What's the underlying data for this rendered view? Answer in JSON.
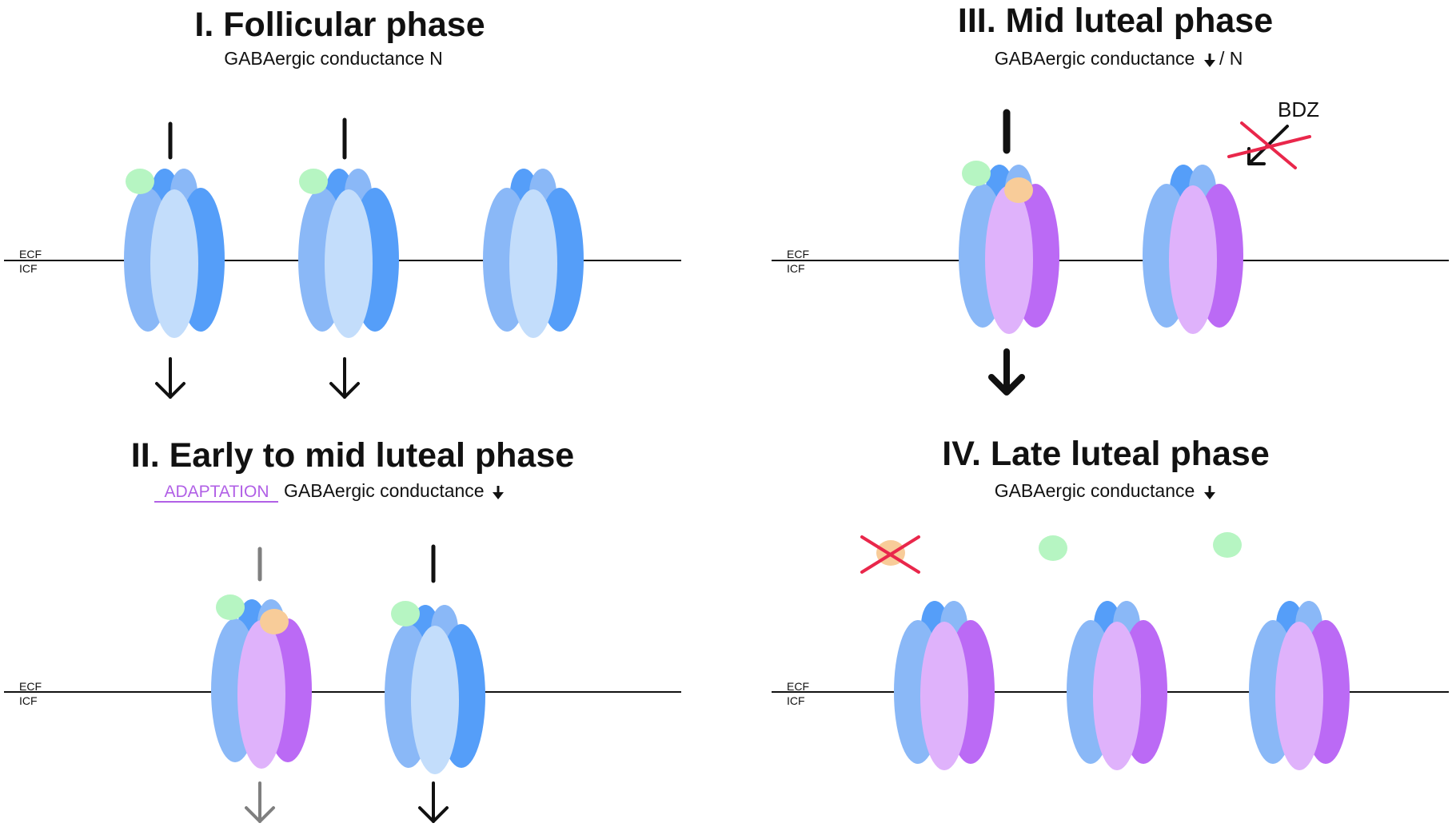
{
  "panels": {
    "follicular": {
      "title": "I. Follicular phase",
      "subtitle": "GABAergic conductance N",
      "ecf": "ECF",
      "icf": "ICF"
    },
    "early_mid_luteal": {
      "title": "II. Early to mid luteal phase",
      "adaptation": "ADAPTATION",
      "subtitle": "GABAergic conductance",
      "ecf": "ECF",
      "icf": "ICF"
    },
    "mid_luteal": {
      "title": "III. Mid luteal phase",
      "subtitle": "GABAergic conductance",
      "subtitle_suffix": "/ N",
      "bdz": "BDZ",
      "ecf": "ECF",
      "icf": "ICF"
    },
    "late_luteal": {
      "title": "IV. Late luteal phase",
      "subtitle": "GABAergic conductance",
      "ecf": "ECF",
      "icf": "ICF"
    }
  },
  "colors": {
    "subunit_light_blue": "#8ab8f7",
    "subunit_dark_blue": "#559ef9",
    "subunit_pale_blue": "#c3ddfb",
    "subunit_dark_purple": "#bb6af5",
    "subunit_light_purple": "#dfb2fb",
    "gaba_ligand": "#b6f5c2",
    "neurosteroid": "#f8cc99",
    "cross_mark": "#e9274b",
    "arrow_black": "#111111",
    "arrow_gray": "#7f7f7f",
    "adaptation_purple": "#b160e6"
  }
}
